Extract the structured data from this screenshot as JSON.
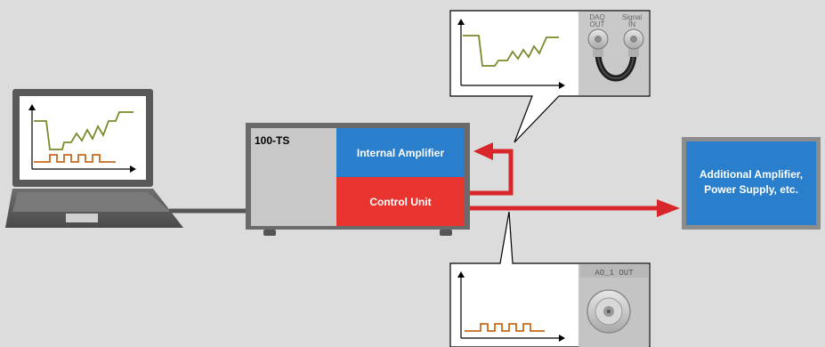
{
  "device": {
    "name": "100-TS",
    "modules": {
      "amplifier": "Internal Amplifier",
      "control": "Control Unit"
    }
  },
  "external": {
    "line1": "Additional Amplifier,",
    "line2": "Power Supply, etc."
  },
  "callouts": {
    "top": {
      "port_left_1": "DAQ",
      "port_left_2": "OUT",
      "port_right_1": "Signal",
      "port_right_2": "IN"
    },
    "bottom": {
      "port_label": "AO_1 OUT"
    }
  },
  "colors": {
    "background": "#dcdcdc",
    "amplifier_blue": "#2a7fcd",
    "control_red": "#e8332e",
    "external_blue": "#2a7fcd",
    "signal_red": "#d8262a",
    "trace_green": "#7a8a2a",
    "trace_orange": "#c86a1e"
  }
}
